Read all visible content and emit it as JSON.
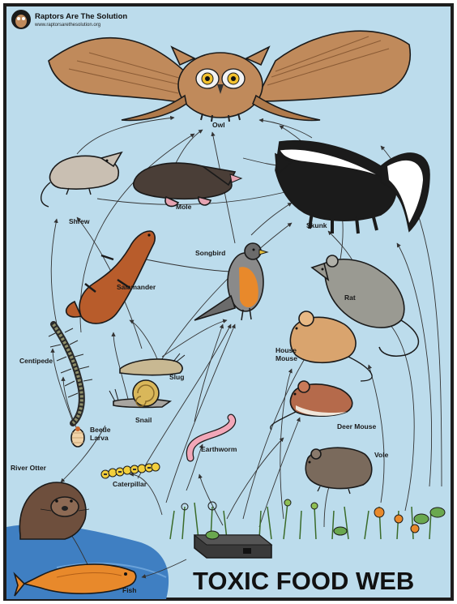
{
  "brand": {
    "title": "Raptors Are The Solution",
    "url": "www.raptorsarethesolution.org"
  },
  "poster_title": "TOXIC FOOD WEB",
  "colors": {
    "sky": "#bcdcec",
    "water": "#3f7fc2",
    "owl": "#c08a5b",
    "skunk_black": "#1b1b1b",
    "robin_breast": "#e8892b",
    "earthworm": "#f2a7b8",
    "caterpillar": "#f2cf3c",
    "frame": "#1d1d1d"
  },
  "nodes": {
    "owl": "Owl",
    "shrew": "Shrew",
    "mole": "Mole",
    "skunk": "Skunk",
    "songbird": "Songbird",
    "salamander": "Salamander",
    "rat": "Rat",
    "centipede": "Centipede",
    "house_mouse_1": "House",
    "house_mouse_2": "Mouse",
    "slug": "Slug",
    "snail": "Snail",
    "beetle_larva_1": "Beetle",
    "beetle_larva_2": "Larva",
    "deer_mouse": "Deer Mouse",
    "earthworm": "Earthworm",
    "vole": "Vole",
    "river_otter": "River Otter",
    "caterpillar": "Caterpillar",
    "fish": "Fish"
  },
  "icons": {
    "bait_station": "rodenticide-bait-box-icon",
    "logo": "owl-logo-icon"
  }
}
